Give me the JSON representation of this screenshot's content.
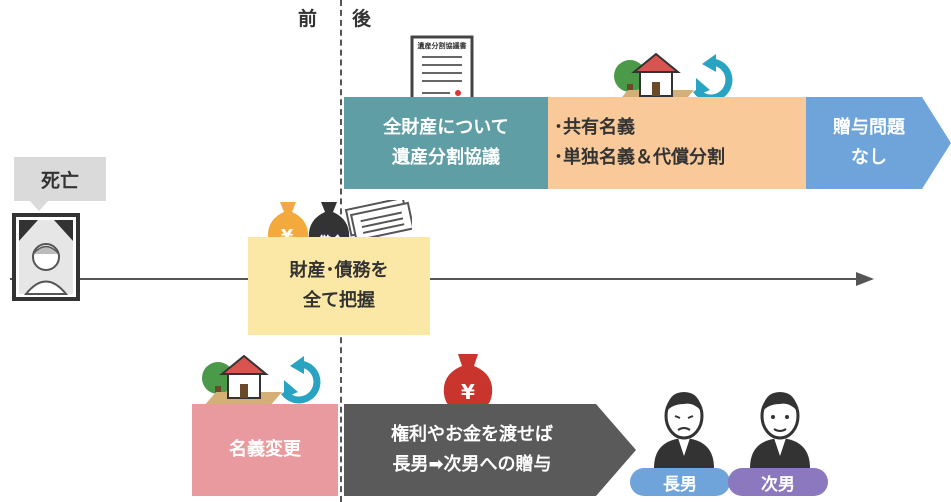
{
  "phases": {
    "before": "前",
    "after": "後"
  },
  "death": {
    "label": "死亡"
  },
  "grasp_assets": {
    "line1": "財産･債務を",
    "line2": "全て把握"
  },
  "icons": {
    "yen_bag_symbol": "¥",
    "debt_bag_label": "借金",
    "document_title": "遺産分割協議書"
  },
  "partition": {
    "line1": "全財産について",
    "line2": "遺産分割協議"
  },
  "ownership": {
    "item1": "･共有名義",
    "item2": "･単独名義＆代償分割"
  },
  "no_gift": {
    "line1": "贈与問題",
    "line2": "なし"
  },
  "name_change": {
    "label": "名義変更"
  },
  "transfer": {
    "line1": "権利やお金を渡せば",
    "line2": "長男➡次男への贈与"
  },
  "persons": {
    "eldest": "長男",
    "second": "次男"
  },
  "colors": {
    "teal": "#5f9ea5",
    "peach": "#f9c99a",
    "blue": "#6fa4db",
    "cream": "#fce8a6",
    "pink": "#e99a9e",
    "gray": "#5a5a5a",
    "label_gray": "#dadada",
    "purple": "#8b78be"
  }
}
